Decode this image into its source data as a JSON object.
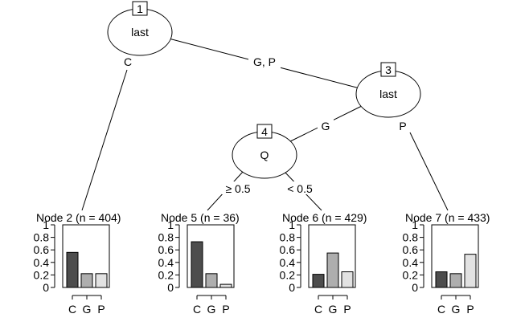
{
  "colors": {
    "C": "#4d4d4d",
    "G": "#aeaeae",
    "P": "#e2e2e2"
  },
  "inner_nodes": [
    {
      "id": "1",
      "variable": "last"
    },
    {
      "id": "3",
      "variable": "last"
    },
    {
      "id": "4",
      "variable": "Q"
    }
  ],
  "edge_labels": [
    "C",
    "G, P",
    "G",
    "P",
    "≥ 0.5",
    "< 0.5"
  ],
  "chart_data": [
    {
      "type": "bar",
      "title": "Node 2 (n = 404)",
      "categories": [
        "C",
        "G",
        "P"
      ],
      "values": [
        0.56,
        0.22,
        0.22
      ],
      "ylim": [
        0,
        1
      ],
      "yticks": [
        "0",
        "0.2",
        "0.4",
        "0.6",
        "0.8",
        "1"
      ]
    },
    {
      "type": "bar",
      "title": "Node 5 (n = 36)",
      "categories": [
        "C",
        "G",
        "P"
      ],
      "values": [
        0.73,
        0.22,
        0.05
      ],
      "ylim": [
        0,
        1
      ],
      "yticks": [
        "0",
        "0.2",
        "0.4",
        "0.6",
        "0.8",
        "1"
      ]
    },
    {
      "type": "bar",
      "title": "Node 6 (n = 429)",
      "categories": [
        "C",
        "G",
        "P"
      ],
      "values": [
        0.21,
        0.55,
        0.25
      ],
      "ylim": [
        0,
        1
      ],
      "yticks": [
        "0",
        "0.2",
        "0.4",
        "0.6",
        "0.8",
        "1"
      ]
    },
    {
      "type": "bar",
      "title": "Node 7 (n = 433)",
      "categories": [
        "C",
        "G",
        "P"
      ],
      "values": [
        0.25,
        0.22,
        0.53
      ],
      "ylim": [
        0,
        1
      ],
      "yticks": [
        "0",
        "0.2",
        "0.4",
        "0.6",
        "0.8",
        "1"
      ]
    }
  ]
}
